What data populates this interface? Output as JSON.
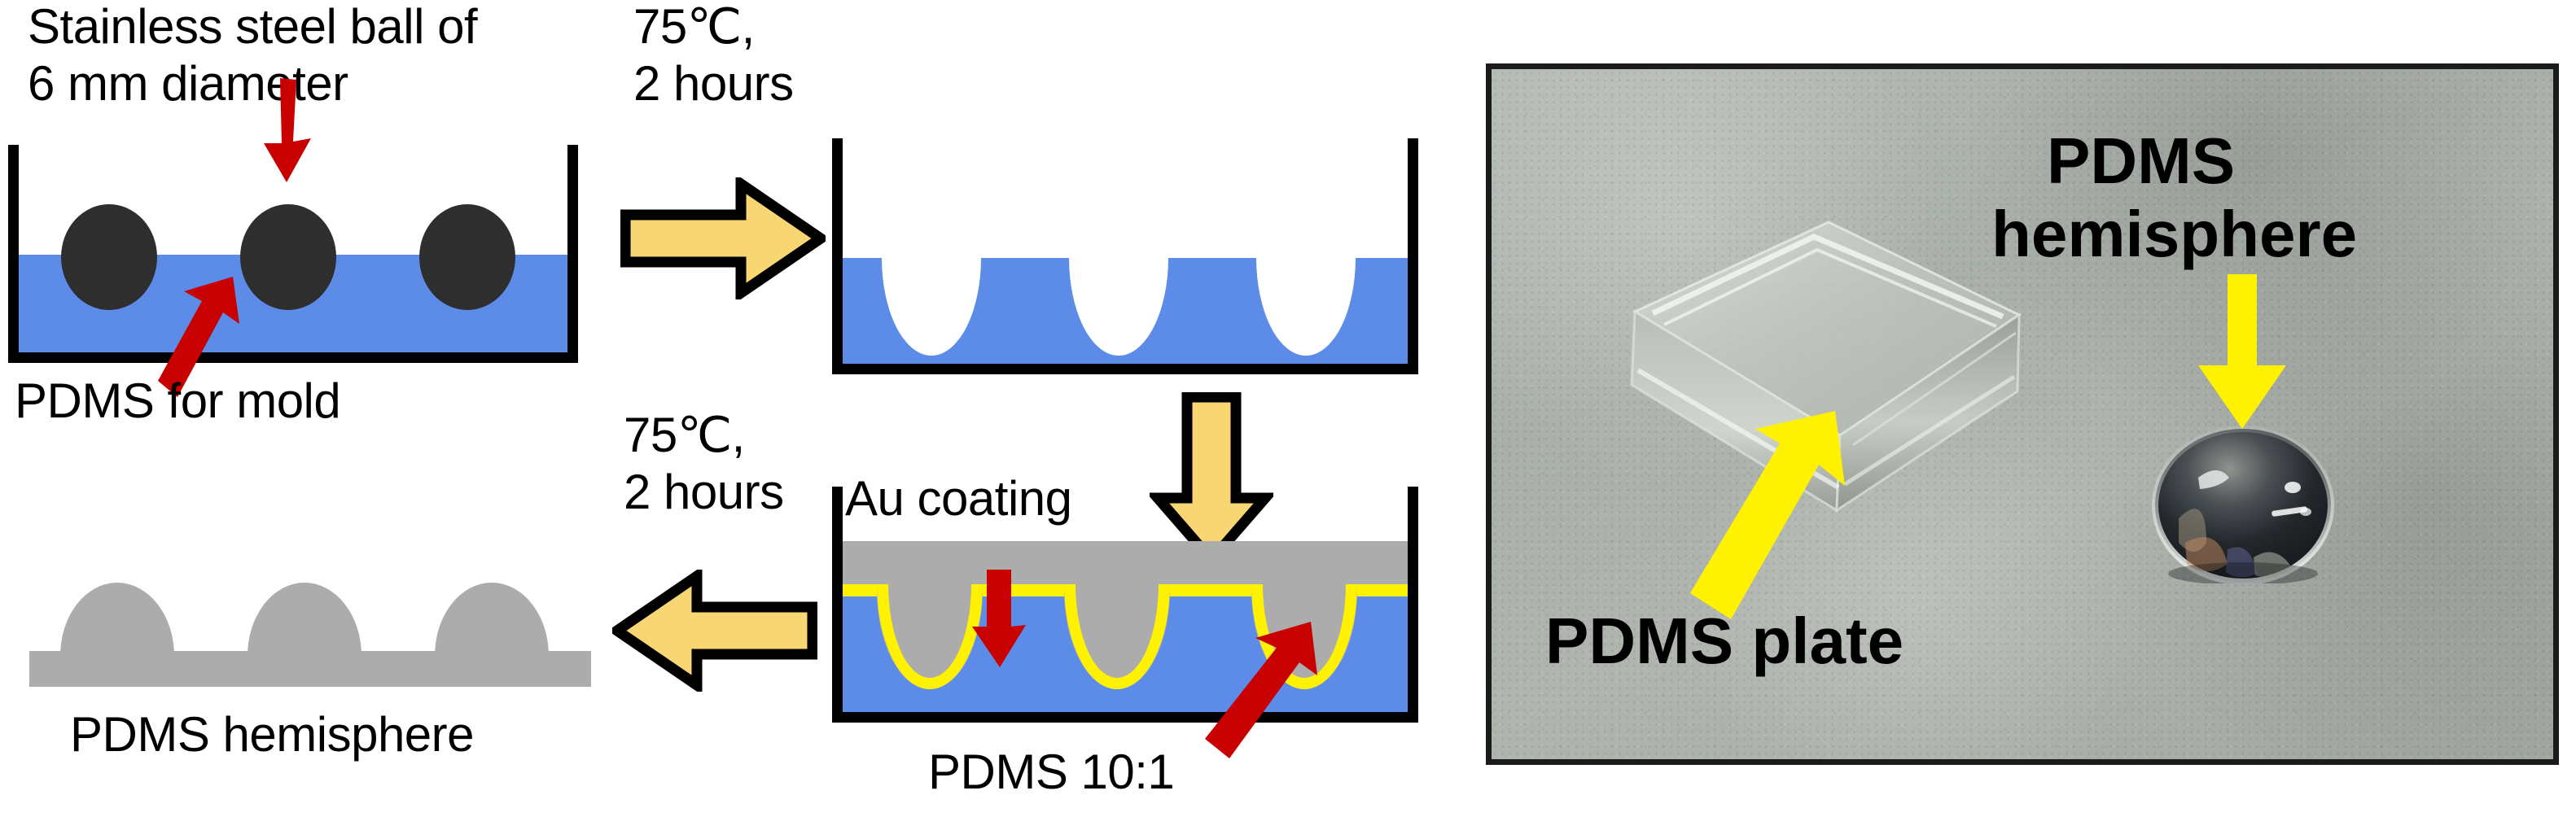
{
  "figure": {
    "type": "process-diagram",
    "description": "PDMS hemisphere fabrication process flow with photograph of result"
  },
  "diagram": {
    "labels": {
      "ball_caption": "Stainless steel ball of\n6 mm diameter",
      "mold_caption": "PDMS for mold",
      "cure_top": "75℃,\n2 hours",
      "cure_bottom": "75℃,\n2 hours",
      "au_coating": "Au coating",
      "pdms_ratio": "PDMS 10:1",
      "hemisphere_caption": "PDMS hemisphere"
    },
    "steps": [
      {
        "id": "step-1",
        "name": "balls-in-pdms",
        "caption": "PDMS for mold",
        "annotation": "Stainless steel ball of\n6 mm diameter",
        "ball_count": 3,
        "liquid_color": "#5C8CE8",
        "ball_color": "#2E2E2E"
      },
      {
        "id": "step-2",
        "name": "cured-mold-with-cavities",
        "cavity_count": 3,
        "liquid_color": "#5C8CE8"
      },
      {
        "id": "step-3",
        "name": "au-coated-mold-filled-with-pdms",
        "annotation_top": "Au coating",
        "annotation_bottom": "PDMS 10:1",
        "mold_color": "#5C8CE8",
        "au_color": "#FFF200",
        "pdms_color": "#ACACAC",
        "cavity_count": 3
      },
      {
        "id": "step-4",
        "name": "released-pdms-hemispheres",
        "caption": "PDMS hemisphere",
        "dome_count": 3,
        "plate_color": "#ACACAC"
      }
    ],
    "process_arrows": [
      {
        "id": "arrow-1",
        "name": "arrow-right-step1-to-step2",
        "direction": "right",
        "label": "75℃,\n2 hours"
      },
      {
        "id": "arrow-2",
        "name": "arrow-down-step2-to-step3",
        "direction": "down",
        "label": ""
      },
      {
        "id": "arrow-3",
        "name": "arrow-left-step3-to-step4",
        "direction": "left",
        "label": "75℃,\n2 hours"
      }
    ],
    "pointer_arrows": [
      {
        "id": "red-1",
        "name": "pointer-to-steel-ball",
        "color": "#C80000"
      },
      {
        "id": "red-2",
        "name": "pointer-to-pdms-mold",
        "color": "#C80000"
      },
      {
        "id": "red-3",
        "name": "pointer-to-au-coating",
        "color": "#C80000"
      },
      {
        "id": "red-4",
        "name": "pointer-to-pdms-10-1",
        "color": "#C80000"
      }
    ]
  },
  "photo": {
    "labels": {
      "plate": "PDMS plate",
      "hemisphere": "PDMS\nhemisphere",
      "hemisphere_line1": "PDMS",
      "hemisphere_line2": "hemisphere"
    },
    "arrow_color": "#FFF200",
    "border_color": "#1b1b1b",
    "background_description": "gray textured surface"
  },
  "colors": {
    "pdms_blue": "#5C8CE8",
    "steel_ball": "#2E2E2E",
    "au_yellow": "#FFF200",
    "pdms_gray": "#ACACAC",
    "process_arrow": "#F7D673",
    "pointer_red": "#C80000",
    "outline": "#000000"
  }
}
